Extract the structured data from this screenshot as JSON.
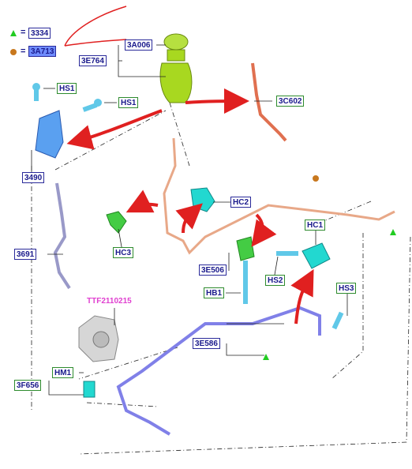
{
  "legend": {
    "triangle_value": "3334",
    "circle_value": "3A713",
    "equals": "=",
    "triangle_color": "#22cc22",
    "circle_color": "#c8781e"
  },
  "labels": {
    "hs1_a": "HS1",
    "hs1_b": "HS1",
    "l3490": "3490",
    "l3a006": "3A006",
    "l3e764": "3E764",
    "l3c602": "3C602",
    "l3691": "3691",
    "hc2": "HC2",
    "hc3": "HC3",
    "hc1": "HC1",
    "l3e506": "3E506",
    "hs2": "HS2",
    "hb1": "HB1",
    "hs3": "HS3",
    "l3e586": "3E586",
    "hm1": "HM1",
    "l3f656": "3F656",
    "ttf": "TTF2110215"
  },
  "colors": {
    "reservoir": "#a8d820",
    "cap": "#b6e040",
    "green_part": "#44cc44",
    "cyan_part": "#22d8d0",
    "hose_orange": "#e8a888",
    "hose_blue": "#8080e8",
    "pipe_grey": "#9999c8",
    "arrow_red": "#e02020"
  }
}
